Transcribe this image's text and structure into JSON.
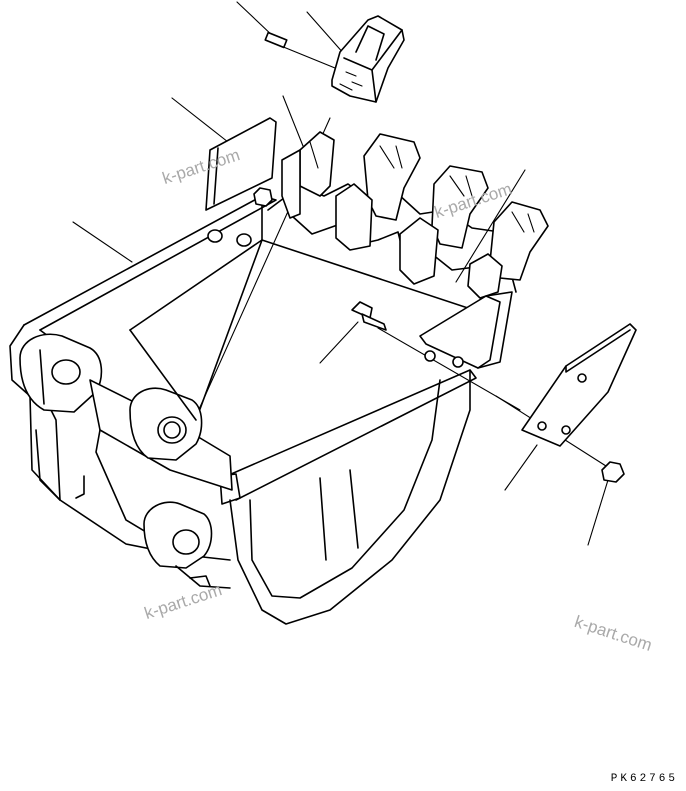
{
  "watermarks": {
    "w1": "k-part.com",
    "w2": "k-part.com",
    "w3": "k-part.com",
    "w4": "k-part.com"
  },
  "drawing_code": "PK62765"
}
